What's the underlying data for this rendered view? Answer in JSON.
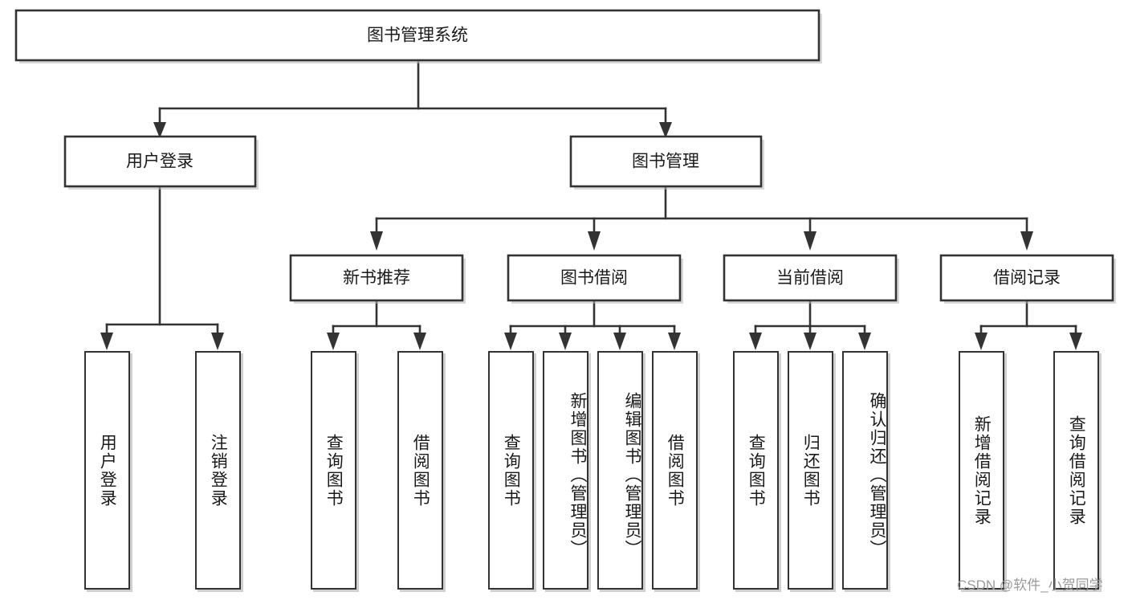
{
  "diagram": {
    "type": "tree-hierarchy",
    "title": "图书管理系统",
    "root": {
      "id": "root",
      "label": "图书管理系统"
    },
    "level2": [
      {
        "id": "user-login",
        "label": "用户登录"
      },
      {
        "id": "book-manage",
        "label": "图书管理"
      }
    ],
    "level3": [
      {
        "id": "new-book-rec",
        "label": "新书推荐",
        "parent": "book-manage"
      },
      {
        "id": "book-borrow",
        "label": "图书借阅",
        "parent": "book-manage"
      },
      {
        "id": "current-borrow",
        "label": "当前借阅",
        "parent": "book-manage"
      },
      {
        "id": "borrow-record",
        "label": "借阅记录",
        "parent": "book-manage"
      }
    ],
    "leaves": [
      {
        "id": "leaf-user-login",
        "label": "用户登录",
        "parent": "user-login"
      },
      {
        "id": "leaf-user-logout",
        "label": "注销登录",
        "parent": "user-login"
      },
      {
        "id": "leaf-query-book-1",
        "label": "查询图书",
        "parent": "new-book-rec"
      },
      {
        "id": "leaf-borrow-book-1",
        "label": "借阅图书",
        "parent": "new-book-rec"
      },
      {
        "id": "leaf-query-book-2",
        "label": "查询图书",
        "parent": "book-borrow"
      },
      {
        "id": "leaf-add-book",
        "label": "新增图书（管理员）",
        "parent": "book-borrow"
      },
      {
        "id": "leaf-edit-book",
        "label": "编辑图书（管理员）",
        "parent": "book-borrow"
      },
      {
        "id": "leaf-borrow-book-2",
        "label": "借阅图书",
        "parent": "book-borrow"
      },
      {
        "id": "leaf-query-book-3",
        "label": "查询图书",
        "parent": "current-borrow"
      },
      {
        "id": "leaf-return-book",
        "label": "归还图书",
        "parent": "current-borrow"
      },
      {
        "id": "leaf-confirm-return",
        "label": "确认归还（管理员）",
        "parent": "current-borrow"
      },
      {
        "id": "leaf-add-record",
        "label": "新增借阅记录",
        "parent": "borrow-record"
      },
      {
        "id": "leaf-query-record",
        "label": "查询借阅记录",
        "parent": "borrow-record"
      }
    ],
    "colors": {
      "background": "#ffffff",
      "stroke": "#333333",
      "fill": "#ffffff",
      "text": "#1a1a1a",
      "watermark": "#9a9a9a"
    }
  },
  "watermark": {
    "text": "CSDN @软件_小贺同学"
  }
}
